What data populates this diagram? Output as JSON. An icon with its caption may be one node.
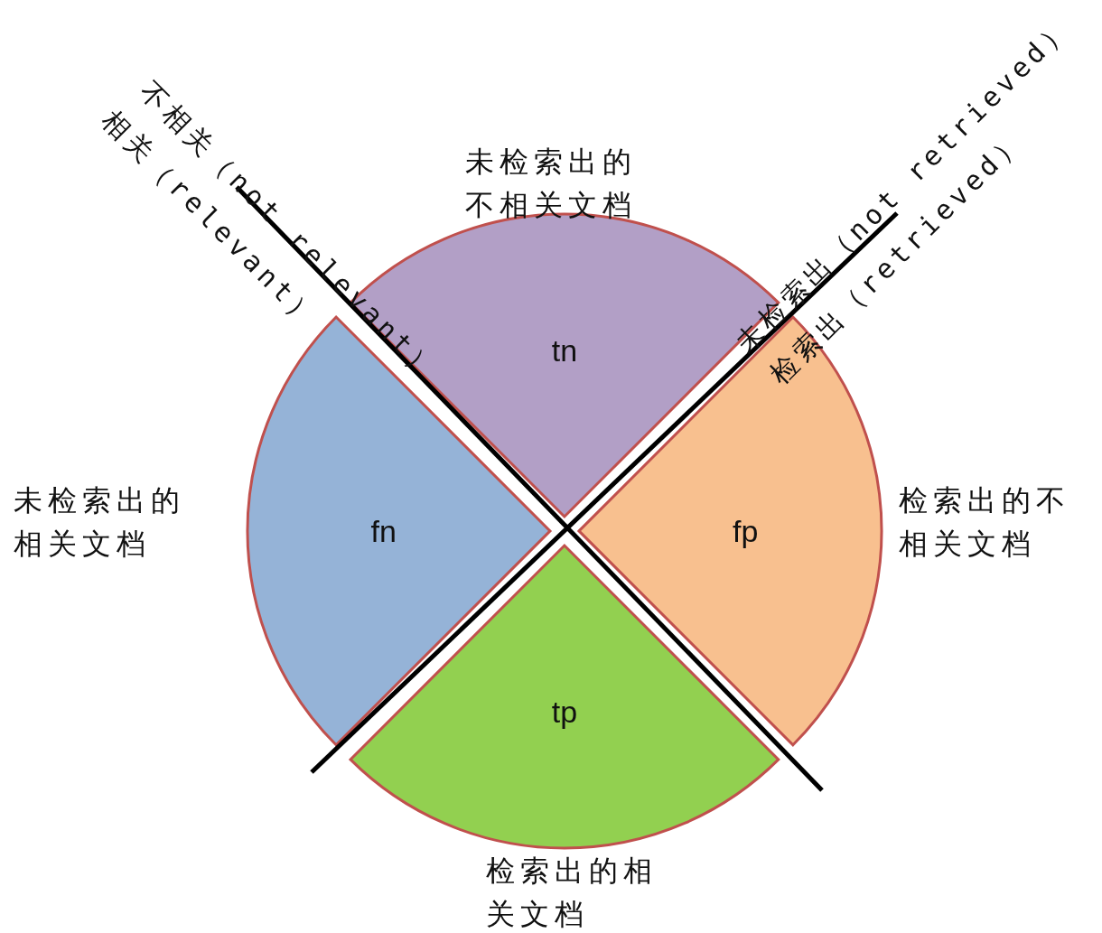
{
  "diagram": {
    "nodes": [
      {
        "text": [
          "tn"
        ],
        "beside": [
          "未检索出的不相关文档"
        ]
      },
      {
        "text": [
          "fn"
        ],
        "beside": [
          "未检索出的相关文档"
        ]
      },
      {
        "text": [
          "fp"
        ],
        "beside": [
          "检索出的不相关文档"
        ]
      },
      {
        "text": [
          "tp"
        ],
        "beside": [
          "检索出的相关文档"
        ]
      }
    ],
    "labels": [
      "不相关（not relevant）",
      "相关（relevant）",
      "未检索出（not retrieved）",
      "检索出（retrieved）"
    ]
  }
}
